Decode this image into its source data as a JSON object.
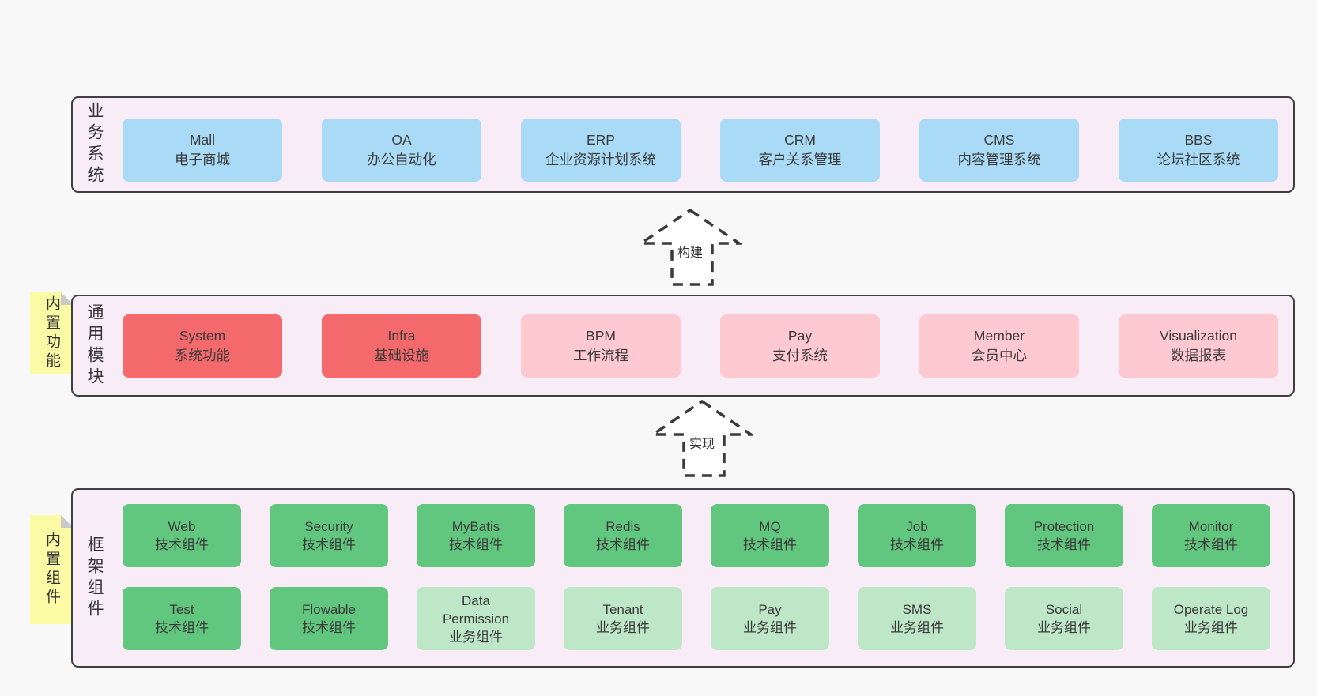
{
  "panels": {
    "business": {
      "label": "业务系统",
      "boxes": [
        {
          "title": "Mall",
          "subtitle": "电子商城"
        },
        {
          "title": "OA",
          "subtitle": "办公自动化"
        },
        {
          "title": "ERP",
          "subtitle": "企业资源计划系统"
        },
        {
          "title": "CRM",
          "subtitle": "客户关系管理"
        },
        {
          "title": "CMS",
          "subtitle": "内容管理系统"
        },
        {
          "title": "BBS",
          "subtitle": "论坛社区系统"
        }
      ]
    },
    "modules": {
      "label": "通用模块",
      "sticky": "内置功能",
      "boxes": [
        {
          "title": "System",
          "subtitle": "系统功能"
        },
        {
          "title": "Infra",
          "subtitle": "基础设施"
        },
        {
          "title": "BPM",
          "subtitle": "工作流程"
        },
        {
          "title": "Pay",
          "subtitle": "支付系统"
        },
        {
          "title": "Member",
          "subtitle": "会员中心"
        },
        {
          "title": "Visualization",
          "subtitle": "数据报表"
        }
      ]
    },
    "framework": {
      "label": "框架组件",
      "sticky": "内置组件",
      "row1": [
        {
          "title": "Web",
          "subtitle": "技术组件"
        },
        {
          "title": "Security",
          "subtitle": "技术组件"
        },
        {
          "title": "MyBatis",
          "subtitle": "技术组件"
        },
        {
          "title": "Redis",
          "subtitle": "技术组件"
        },
        {
          "title": "MQ",
          "subtitle": "技术组件"
        },
        {
          "title": "Job",
          "subtitle": "技术组件"
        },
        {
          "title": "Protection",
          "subtitle": "技术组件"
        },
        {
          "title": "Monitor",
          "subtitle": "技术组件"
        }
      ],
      "row2": [
        {
          "title": "Test",
          "subtitle": "技术组件"
        },
        {
          "title": "Flowable",
          "subtitle": "技术组件"
        },
        {
          "title": "Data Permission",
          "subtitle": "业务组件"
        },
        {
          "title": "Tenant",
          "subtitle": "业务组件"
        },
        {
          "title": "Pay",
          "subtitle": "业务组件"
        },
        {
          "title": "SMS",
          "subtitle": "业务组件"
        },
        {
          "title": "Social",
          "subtitle": "业务组件"
        },
        {
          "title": "Operate Log",
          "subtitle": "业务组件"
        }
      ]
    }
  },
  "arrows": {
    "build": "构建",
    "implement": "实现"
  },
  "colors": {
    "page_bg": "#f8f8f8",
    "panel_bg": "#f8edf6",
    "panel_border": "#3f3f3f",
    "blue": "#a9dbf7",
    "red": "#f4696b",
    "pink": "#ffc9d2",
    "green": "#62c77e",
    "light_green": "#bee7c8",
    "sticky_yellow": "#fbfba5",
    "sticky_fold": "#c9c9c9",
    "text": "#3a3a3a"
  }
}
